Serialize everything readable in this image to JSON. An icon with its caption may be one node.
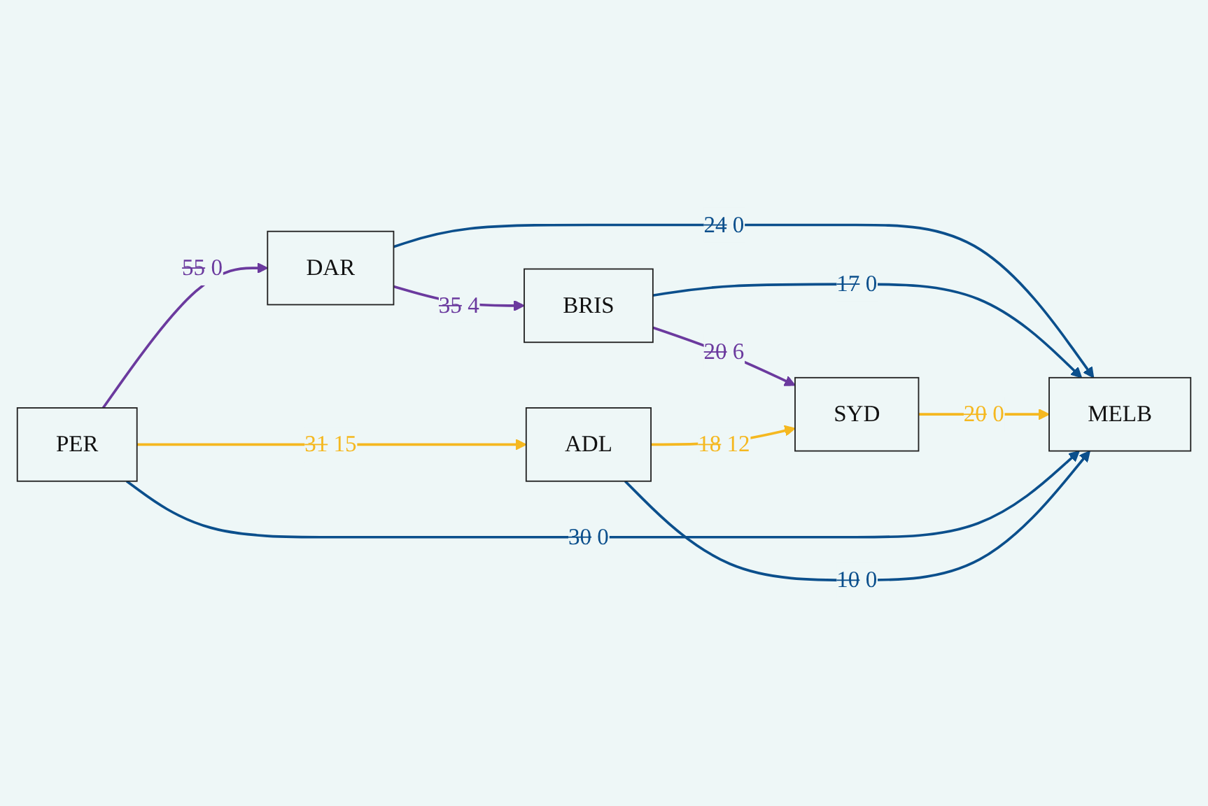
{
  "diagram": {
    "nodes": [
      {
        "text": [
          "DAR"
        ]
      },
      {
        "text": [
          "BRIS"
        ]
      },
      {
        "text": [
          "PER"
        ]
      },
      {
        "text": [
          "ADL"
        ]
      },
      {
        "text": [
          "SYD"
        ]
      },
      {
        "text": [
          "MELB"
        ]
      }
    ],
    "edges": [
      {
        "from": 2,
        "to": 0,
        "arrow": "to",
        "label": "55 0",
        "color": "#6b3a9e"
      },
      {
        "from": 0,
        "to": 1,
        "arrow": "to",
        "label": "35 4",
        "color": "#6b3a9e"
      },
      {
        "from": 0,
        "to": 5,
        "arrow": "to",
        "label": "24 0"
      },
      {
        "from": 1,
        "to": 4,
        "arrow": "to",
        "label": "20 6",
        "color": "#6b3a9e"
      },
      {
        "from": 1,
        "to": 5,
        "arrow": "to",
        "label": "17 0"
      },
      {
        "from": 2,
        "to": 3,
        "arrow": "to",
        "label": "31 15",
        "color": "#f5b820"
      },
      {
        "from": 3,
        "to": 4,
        "arrow": "to",
        "label": "18 12",
        "color": "#f5b820"
      },
      {
        "from": 4,
        "to": 5,
        "arrow": "to",
        "label": "20 0",
        "color": "#f5b820"
      },
      {
        "from": 2,
        "to": 5,
        "arrow": "to",
        "label": "30 0"
      },
      {
        "from": 3,
        "to": 5,
        "arrow": "to",
        "label": "10 0"
      }
    ]
  }
}
